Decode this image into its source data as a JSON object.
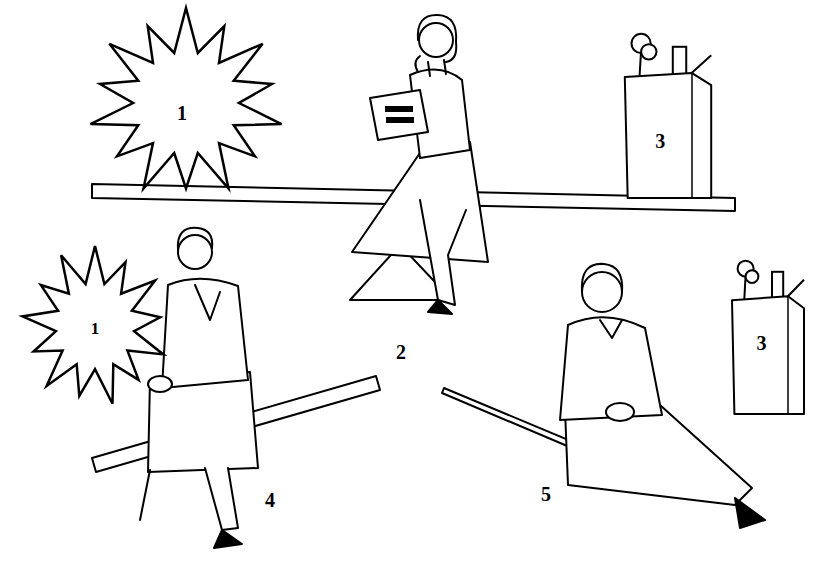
{
  "diagram": {
    "nodes": [
      {
        "text": [
          "1"
        ]
      },
      {
        "text": [
          "3"
        ]
      },
      {
        "text": [
          "1"
        ]
      },
      {
        "text": [
          "3"
        ]
      }
    ],
    "labels": [
      "2",
      "4",
      "5"
    ]
  }
}
